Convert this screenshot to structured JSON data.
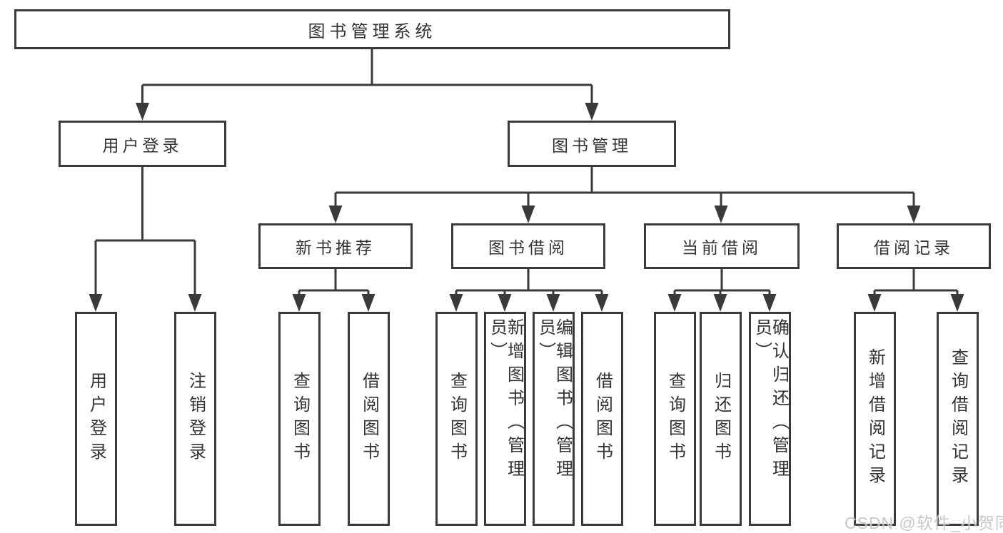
{
  "diagram_title": "图书管理系统",
  "colors": {
    "line": "#3a3a3a",
    "box_border": "#3a3a3a",
    "text": "#333333",
    "background": "#ffffff",
    "watermark": "#c6c6c6"
  },
  "watermark": {
    "text": "CSDN @软件_小贺同学"
  },
  "tree": {
    "label": "图书管理系统",
    "children": [
      {
        "label": "用户登录",
        "children": [
          {
            "label": "用户登录"
          },
          {
            "label": "注销登录"
          }
        ]
      },
      {
        "label": "图书管理",
        "children": [
          {
            "label": "新书推荐",
            "children": [
              {
                "label": "查询图书"
              },
              {
                "label": "借阅图书"
              }
            ]
          },
          {
            "label": "图书借阅",
            "children": [
              {
                "label": "查询图书"
              },
              {
                "label": "新增图书（管理员）"
              },
              {
                "label": "编辑图书（管理员）"
              },
              {
                "label": "借阅图书"
              }
            ]
          },
          {
            "label": "当前借阅",
            "children": [
              {
                "label": "查询图书"
              },
              {
                "label": "归还图书"
              },
              {
                "label": "确认归还（管理员）"
              }
            ]
          },
          {
            "label": "借阅记录",
            "children": [
              {
                "label": "新增借阅记录"
              },
              {
                "label": "查询借阅记录"
              }
            ]
          }
        ]
      }
    ]
  }
}
